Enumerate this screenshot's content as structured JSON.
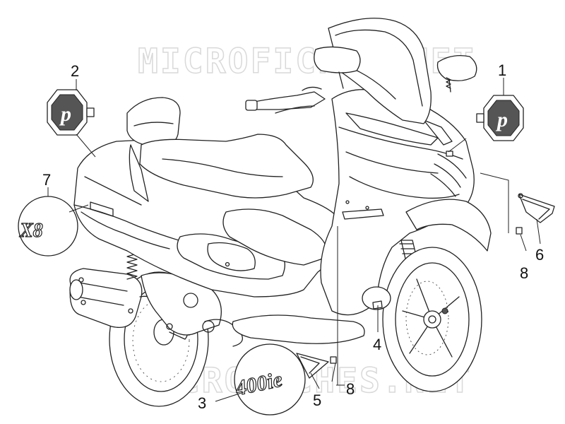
{
  "watermark": {
    "text": "MICROFICHES.NET"
  },
  "badges": {
    "model_badge": "400ie",
    "side_badge": "X8"
  },
  "callouts": [
    {
      "id": "1",
      "label": "1"
    },
    {
      "id": "2",
      "label": "2"
    },
    {
      "id": "3",
      "label": "3"
    },
    {
      "id": "4",
      "label": "4"
    },
    {
      "id": "5",
      "label": "5"
    },
    {
      "id": "6",
      "label": "6"
    },
    {
      "id": "7",
      "label": "7"
    },
    {
      "id": "8a",
      "label": "8"
    },
    {
      "id": "8b",
      "label": "8"
    }
  ]
}
